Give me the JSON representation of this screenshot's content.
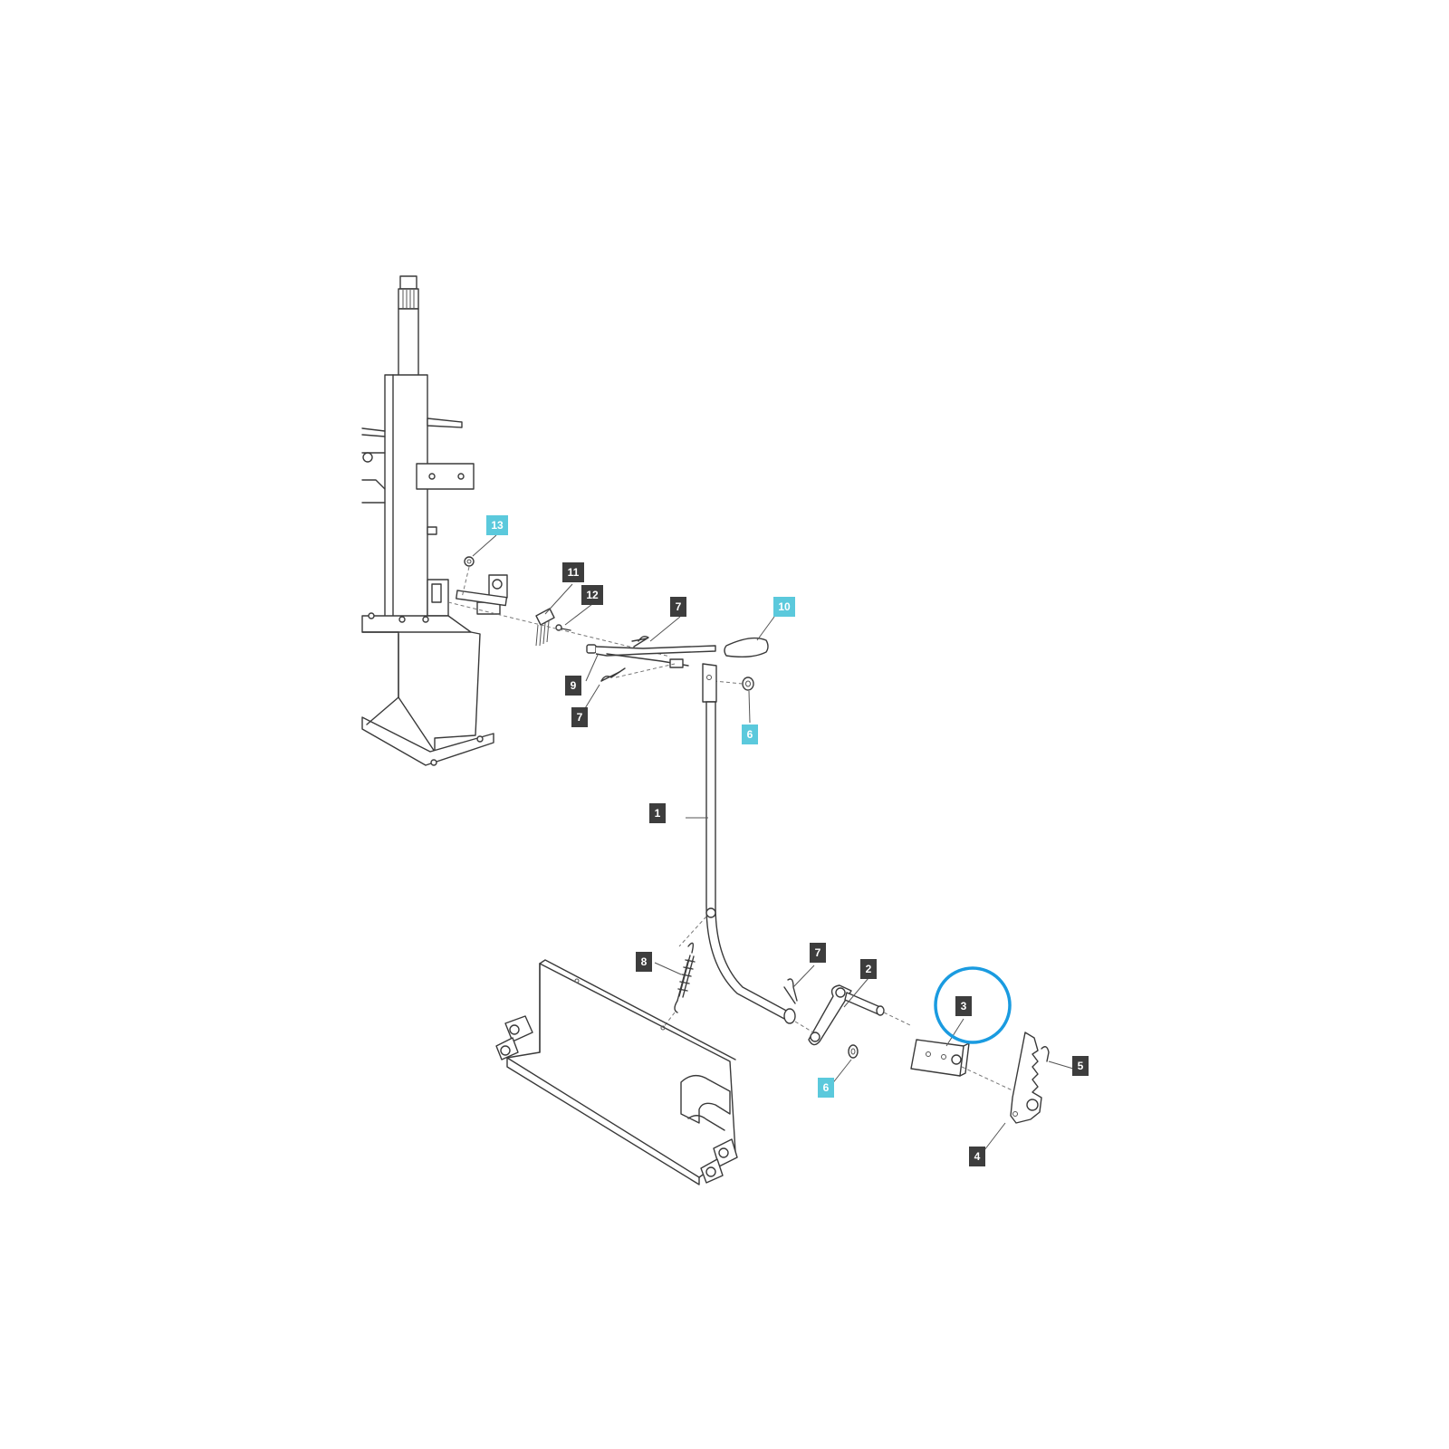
{
  "colors": {
    "callout_default": "#3d3d3d",
    "callout_highlight": "#5bc9dc",
    "selection_ring": "#1a9be0",
    "line_art": "#3a3a3a"
  },
  "callouts": [
    {
      "id": "c1",
      "label": "1",
      "highlight": false
    },
    {
      "id": "c2",
      "label": "2",
      "highlight": false
    },
    {
      "id": "c3",
      "label": "3",
      "highlight": false,
      "selected": true
    },
    {
      "id": "c4",
      "label": "4",
      "highlight": false
    },
    {
      "id": "c5",
      "label": "5",
      "highlight": false
    },
    {
      "id": "c6a",
      "label": "6",
      "highlight": true
    },
    {
      "id": "c6b",
      "label": "6",
      "highlight": true
    },
    {
      "id": "c7a",
      "label": "7",
      "highlight": false
    },
    {
      "id": "c7b",
      "label": "7",
      "highlight": false
    },
    {
      "id": "c7c",
      "label": "7",
      "highlight": false
    },
    {
      "id": "c8",
      "label": "8",
      "highlight": false
    },
    {
      "id": "c9",
      "label": "9",
      "highlight": false
    },
    {
      "id": "c10",
      "label": "10",
      "highlight": true
    },
    {
      "id": "c11",
      "label": "11",
      "highlight": false
    },
    {
      "id": "c12",
      "label": "12",
      "highlight": false
    },
    {
      "id": "c13",
      "label": "13",
      "highlight": true
    }
  ]
}
